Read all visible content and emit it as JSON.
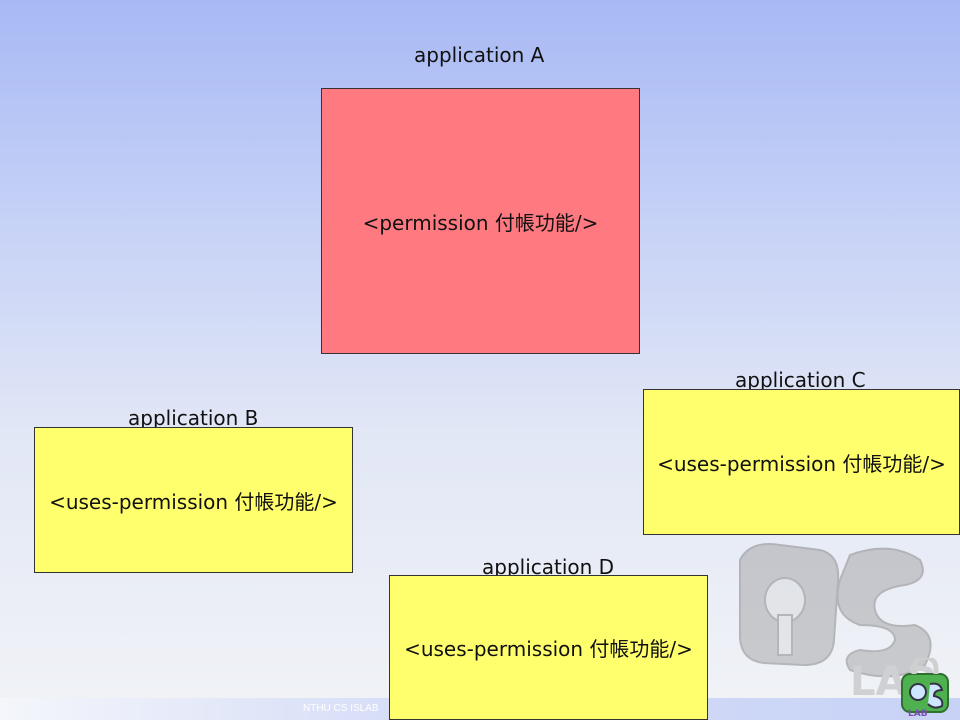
{
  "diagram": {
    "app_a": {
      "title": "application A",
      "content": "<permission 付帳功能/>"
    },
    "app_b": {
      "title": "application B",
      "content": "<uses-permission 付帳功能/>"
    },
    "app_c": {
      "title": "application C",
      "content": "<uses-permission 付帳功能/>"
    },
    "app_d": {
      "title": "application D",
      "content": "<uses-permission 付帳功能/>"
    }
  },
  "footer": {
    "text": "NTHU CS ISLAB"
  },
  "colors": {
    "permission_box": "#ff7a80",
    "uses_permission_box": "#ffff6e",
    "background_top": "#a8b9f5",
    "background_bottom": "#f1f3f6"
  },
  "icons": {
    "watermark": "islab-os-watermark-icon",
    "logo": "islab-lock-logo-icon"
  }
}
